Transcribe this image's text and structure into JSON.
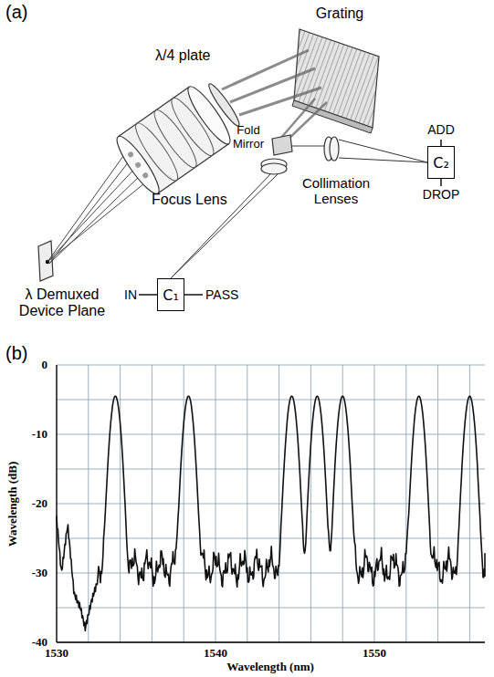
{
  "diagram": {
    "nodes": [
      {
        "text": [
          "C₁"
        ]
      },
      {
        "text": [
          "C₂"
        ]
      }
    ],
    "labels": [
      "(a)",
      "Grating",
      "λ/4 plate",
      "Fold Mirror",
      "Collimation Lenses",
      "Focus Lens",
      "λ Demuxed Device Plane",
      "ADD",
      "DROP",
      "IN",
      "PASS",
      "(b)",
      "0",
      "-10",
      "-20",
      "-30",
      "-40",
      "1530",
      "1540",
      "1550",
      "Wavelength (dB)",
      "Wavelength (nm)"
    ]
  }
}
